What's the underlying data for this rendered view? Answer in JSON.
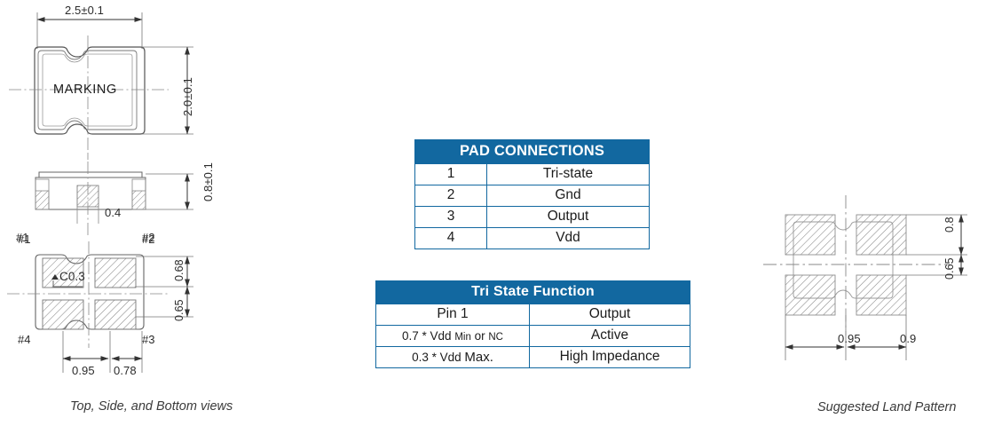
{
  "drawings": {
    "left": {
      "caption": "Top, Side, and  Bottom  views",
      "top_view": {
        "body_label": "MARKING",
        "width_dim": "2.5±0.1",
        "height_dim": "2.0±0.1"
      },
      "side_view": {
        "height_dim": "0.8±0.1",
        "center_dim": "0.4",
        "pin_left": "#1",
        "pin_right": "#2"
      },
      "bottom_view": {
        "pin_top_left": "#1",
        "pin_top_right": "#2",
        "pin_bottom_left": "#4",
        "pin_bottom_right": "#3",
        "chamfer_label": "C0.3",
        "dim_pad_height": "0.68",
        "dim_pad_gap": "0.65",
        "dim_x1": "0.95",
        "dim_x2": "0.78"
      }
    },
    "right": {
      "caption": "Suggested Land Pattern",
      "dim_pad_height": "0.8",
      "dim_pad_gap": "0.65",
      "dim_x1": "0.95",
      "dim_x2": "0.9"
    }
  },
  "tables": {
    "pad_connections": {
      "title": "PAD CONNECTIONS",
      "rows": [
        {
          "pin": "1",
          "function": "Tri-state"
        },
        {
          "pin": "2",
          "function": "Gnd"
        },
        {
          "pin": "3",
          "function": "Output"
        },
        {
          "pin": "4",
          "function": "Vdd"
        }
      ]
    },
    "tri_state_function": {
      "title": "Tri State Function",
      "header": {
        "left": "Pin 1",
        "right": "Output"
      },
      "rows": [
        {
          "condition_main": "0.7 * Vdd ",
          "condition_sub1": "Min",
          "condition_mid": " or ",
          "condition_sub2": "NC",
          "state": "Active"
        },
        {
          "condition_main": "0.3 * Vdd ",
          "condition_sub1": "Max.",
          "condition_mid": "",
          "condition_sub2": "",
          "state": "High Impedance"
        }
      ]
    }
  },
  "colors": {
    "table_header_blue": "#1268A0",
    "line_gray": "#6b6b6b",
    "hatch_gray": "#8a8a8a"
  }
}
